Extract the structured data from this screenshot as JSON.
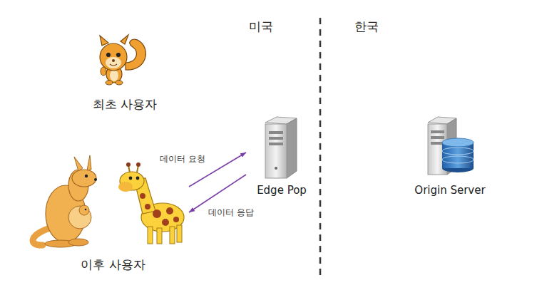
{
  "diagram": {
    "nodes": [
      {
        "text": [
          "최초 사용자"
        ]
      },
      {
        "text": [
          "이후 사용자"
        ]
      },
      {
        "text": [
          "Edge Pop"
        ]
      },
      {
        "text": [
          "Origin Server"
        ]
      }
    ],
    "edges": [
      {
        "from": 1,
        "to": 2,
        "label": "데이터 요청",
        "arrow": "to"
      },
      {
        "from": 2,
        "to": 1,
        "label": "데이터 응답",
        "arrow": "to"
      }
    ],
    "labels": [
      "미국",
      "한국"
    ]
  }
}
